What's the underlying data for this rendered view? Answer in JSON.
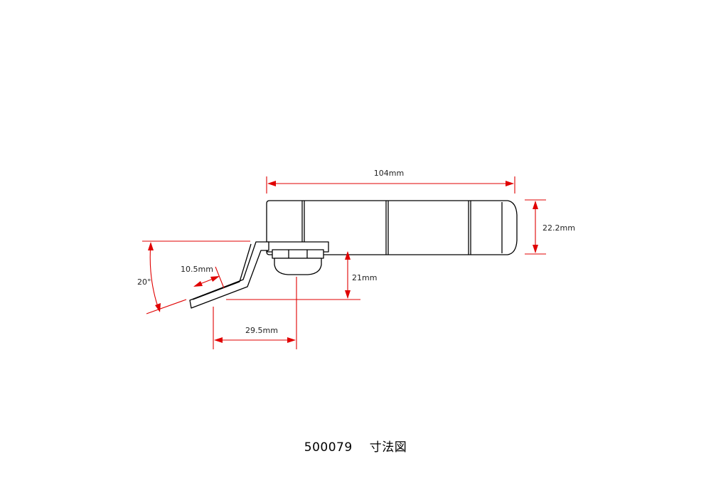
{
  "dimensions": {
    "overall_length": "104mm",
    "height": "22.2mm",
    "drop": "21mm",
    "tab_width": "10.5mm",
    "offset": "29.5mm",
    "angle": "20°"
  },
  "caption": {
    "part_number": "500079",
    "title": "寸法図"
  },
  "colors": {
    "dimension": "#e00000",
    "outline": "#000000",
    "background": "#ffffff"
  }
}
